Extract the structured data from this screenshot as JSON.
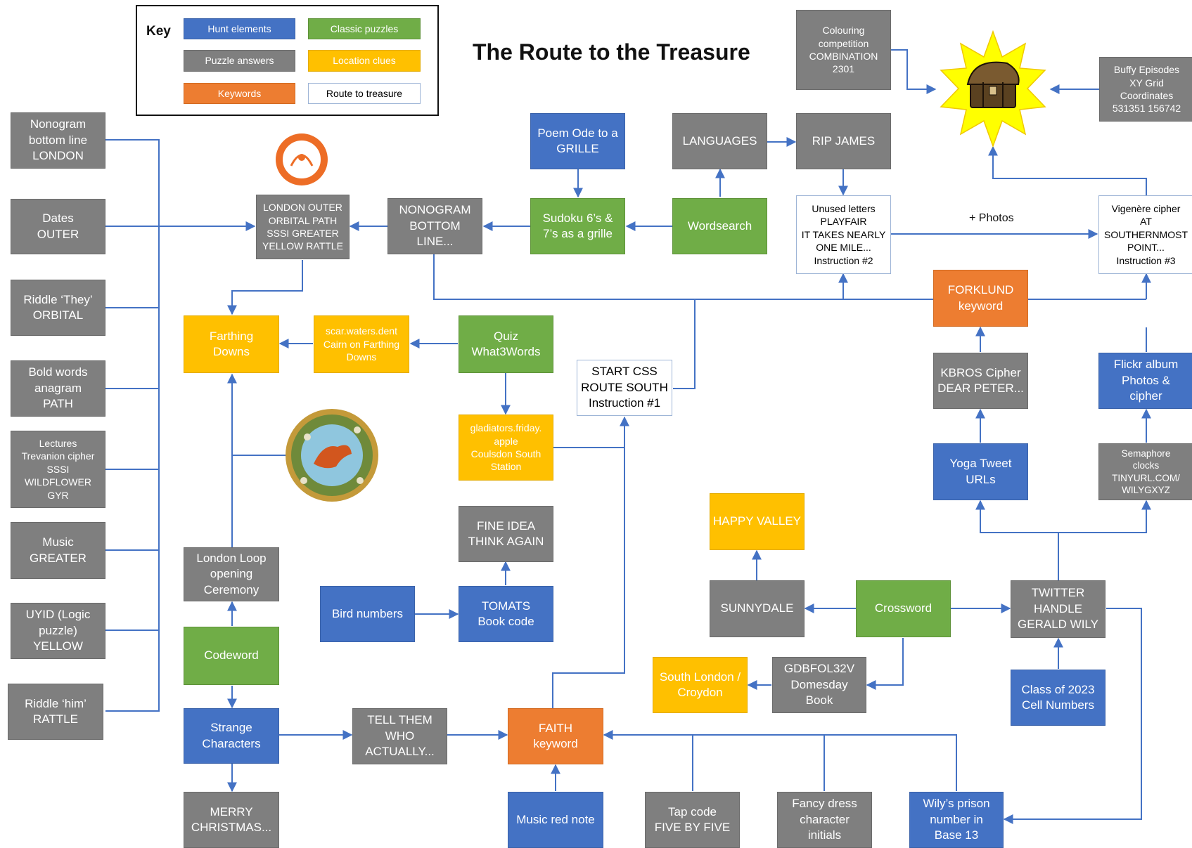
{
  "title": "The Route to the Treasure",
  "colors": {
    "hunt": "#4472c4",
    "classic": "#70ad47",
    "answer": "#7f7f7f",
    "location": "#ffc000",
    "keyword": "#ed7d31",
    "route": "#ffffff",
    "arrow": "#4472c4"
  },
  "key": {
    "title": "Key",
    "items": {
      "hunt": "Hunt elements",
      "classic": "Classic puzzles",
      "answers": "Puzzle answers",
      "location": "Location clues",
      "keywords": "Keywords",
      "route": "Route to treasure"
    }
  },
  "images": {
    "treasure": "treasure-chest-icon",
    "london_loop": "london-loop-badge-icon",
    "wreath": "fox-wreath-medallion-icon"
  },
  "nodes": {
    "nonogram_bottom": [
      "Nonogram",
      "bottom line",
      "LONDON"
    ],
    "dates": [
      "Dates",
      "OUTER"
    ],
    "riddle_they": [
      "Riddle ‘They’",
      "ORBITAL"
    ],
    "bold_words": [
      "Bold words",
      "anagram",
      "PATH"
    ],
    "lectures": [
      "Lectures",
      "Trevanion cipher",
      "SSSI",
      "WILDFLOWER",
      "GYR"
    ],
    "music": [
      "Music",
      "GREATER"
    ],
    "uyid": [
      "UYID (Logic",
      "puzzle)",
      "YELLOW"
    ],
    "riddle_him": [
      "Riddle ‘him’",
      "RATTLE"
    ],
    "london_outer": [
      "LONDON OUTER",
      "ORBITAL PATH",
      "SSSI GREATER",
      "YELLOW RATTLE"
    ],
    "nonogram_line": [
      "NONOGRAM",
      "BOTTOM",
      "LINE..."
    ],
    "sudoku": [
      "Sudoku 6’s &",
      "7’s as a grille"
    ],
    "wordsearch": [
      "Wordsearch"
    ],
    "poem": [
      "Poem Ode to a",
      "GRILLE"
    ],
    "languages": [
      "LANGUAGES"
    ],
    "rip_james": [
      "RIP JAMES"
    ],
    "colouring": [
      "Colouring",
      "competition",
      "COMBINATION",
      "2301"
    ],
    "buffy": [
      "Buffy Episodes",
      "XY Grid",
      "Coordinates",
      "531351 156742"
    ],
    "unused": [
      "Unused letters",
      "PLAYFAIR",
      "IT TAKES NEARLY",
      "ONE MILE...",
      "Instruction #2"
    ],
    "vigenere": [
      "Vigenère cipher",
      "AT",
      "SOUTHERNMOST",
      "POINT...",
      "Instruction #3"
    ],
    "forklund": [
      "FORKLUND",
      "keyword"
    ],
    "kbros": [
      "KBROS Cipher",
      "DEAR PETER..."
    ],
    "flickr": [
      "Flickr album",
      "Photos &",
      "cipher"
    ],
    "yoga": [
      "Yoga Tweet",
      "URLs"
    ],
    "semaphore": [
      "Semaphore",
      "clocks",
      "TINYURL.COM/",
      "WILYGXYZ"
    ],
    "farthing": [
      "Farthing",
      "Downs"
    ],
    "scar": [
      "scar.waters.dent",
      "Cairn on Farthing",
      "Downs"
    ],
    "quiz": [
      "Quiz",
      "What3Words"
    ],
    "start": [
      "START CSS",
      "ROUTE SOUTH",
      "Instruction #1"
    ],
    "gladiators": [
      "gladiators.friday.",
      "apple",
      "Coulsdon South",
      "Station"
    ],
    "happy_valley": [
      "HAPPY VALLEY"
    ],
    "fine_idea": [
      "FINE IDEA",
      "THINK AGAIN"
    ],
    "bird": [
      "Bird numbers"
    ],
    "tomats": [
      "TOMATS",
      "Book code"
    ],
    "sunnydale": [
      "SUNNYDALE"
    ],
    "crossword": [
      "Crossword"
    ],
    "twitter": [
      "TWITTER",
      "HANDLE",
      "GERALD WILY"
    ],
    "london_loop": [
      "London Loop",
      "opening",
      "Ceremony"
    ],
    "codeword": [
      "Codeword"
    ],
    "south_london": [
      "South London /",
      "Croydon"
    ],
    "gdbfol": [
      "GDBFOL32V",
      "Domesday",
      "Book"
    ],
    "class2023": [
      "Class of 2023",
      "Cell Numbers"
    ],
    "strange": [
      "Strange",
      "Characters"
    ],
    "tell_them": [
      "TELL THEM",
      "WHO",
      "ACTUALLY..."
    ],
    "faith": [
      "FAITH",
      "keyword"
    ],
    "merry": [
      "MERRY",
      "CHRISTMAS..."
    ],
    "music_red": [
      "Music red note"
    ],
    "tap_code": [
      "Tap code",
      "FIVE BY FIVE"
    ],
    "fancy_dress": [
      "Fancy dress",
      "character",
      "initials"
    ],
    "wily_prison": [
      "Wily’s prison",
      "number in",
      "Base 13"
    ]
  },
  "edge_labels": {
    "photos": "+ Photos"
  }
}
